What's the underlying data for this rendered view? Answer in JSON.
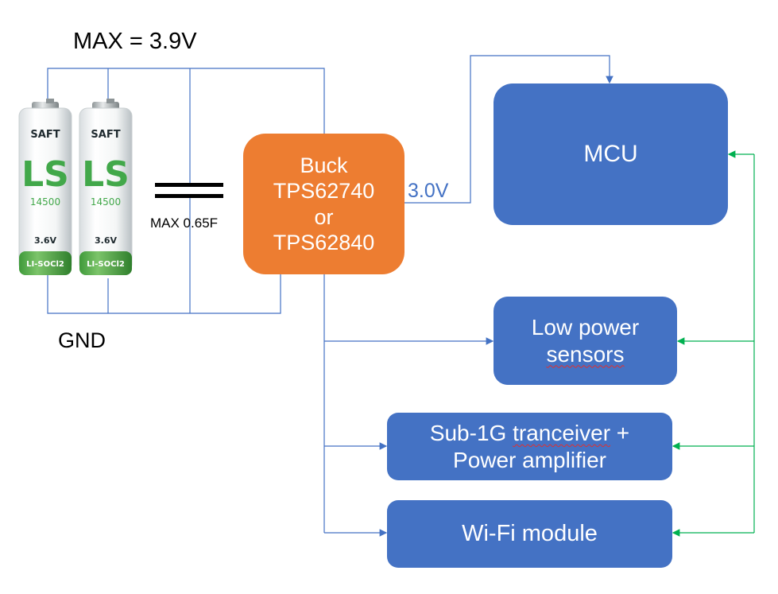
{
  "labels": {
    "max_voltage": "MAX = 3.9V",
    "gnd": "GND",
    "capacitor": "MAX 0.65F",
    "output_voltage": "3.0V"
  },
  "battery": {
    "brand": "SAFT",
    "model_top": "LS",
    "model_num": "14500",
    "voltage": "3.6V",
    "chemistry": "LI-SOCl2"
  },
  "buck": {
    "line1": "Buck",
    "line2": "TPS62740",
    "line3": "or",
    "line4": "TPS62840"
  },
  "mcu": {
    "label": "MCU"
  },
  "sensors": {
    "line1": "Low power",
    "line2": "sensors"
  },
  "subg": {
    "line1_a": "Sub-1G ",
    "line1_b": "tranceiver",
    "line1_c": " +",
    "line2": "Power amplifier"
  },
  "wifi": {
    "label": "Wi-Fi module"
  },
  "colors": {
    "box_blue": "#4472c4",
    "buck_orange": "#ed7d31",
    "power_line": "#4472c4",
    "signal_line": "#00b050"
  }
}
